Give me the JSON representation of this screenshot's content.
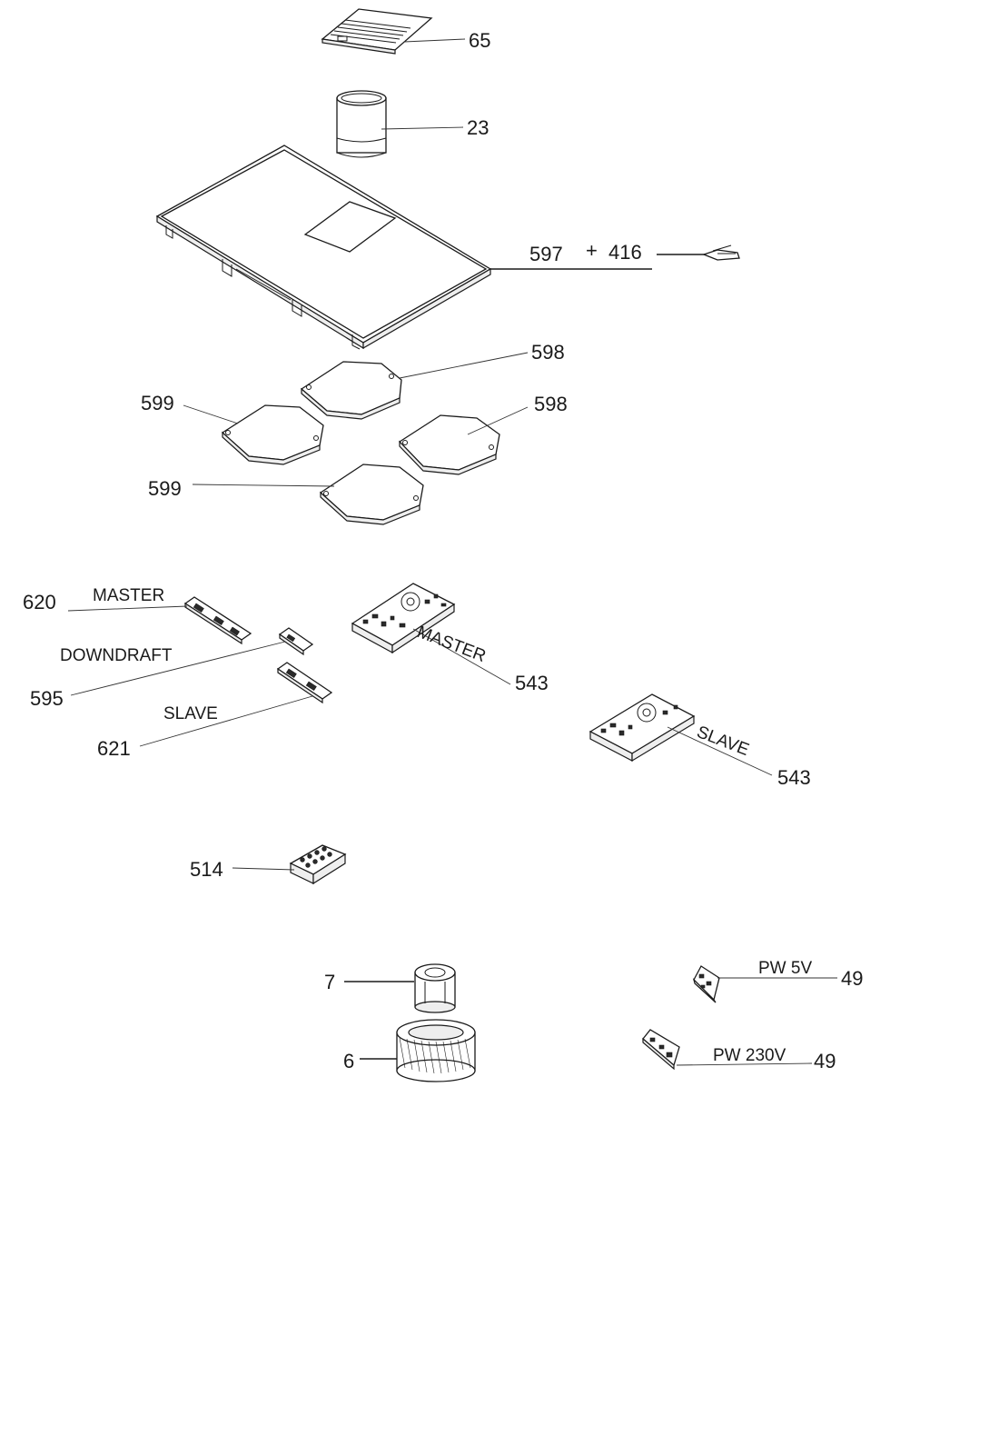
{
  "callouts": {
    "p65": "65",
    "p23": "23",
    "p597": "597",
    "plus": "+",
    "p416": "416",
    "p598a": "598",
    "p598b": "598",
    "p599a": "599",
    "p599b": "599",
    "p620": "620",
    "p595": "595",
    "p621": "621",
    "p543a": "543",
    "p543b": "543",
    "p514": "514",
    "p7": "7",
    "p6": "6",
    "p49a": "49",
    "p49b": "49"
  },
  "tags": {
    "master_a": "MASTER",
    "downdraft": "DOWNDRAFT",
    "slave_a": "SLAVE",
    "master_b": "MASTER",
    "slave_b": "SLAVE",
    "pw5v": "PW 5V",
    "pw230v": "PW 230V"
  },
  "colors": {
    "line": "#1a1a1a",
    "background": "#ffffff"
  }
}
